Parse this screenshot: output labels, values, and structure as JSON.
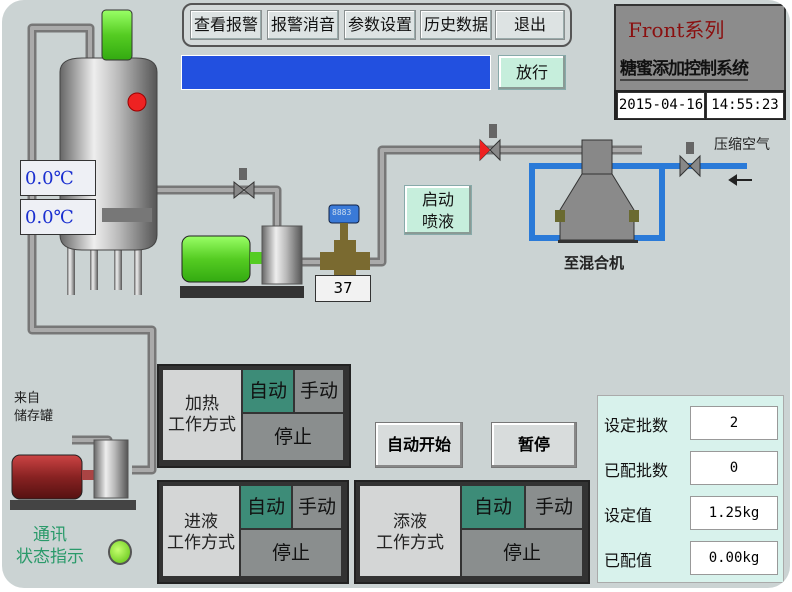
{
  "toolbar": {
    "buttons": [
      "查看报警",
      "报警消音",
      "参数设置",
      "历史数据",
      "退出"
    ]
  },
  "release_button": "放行",
  "title": {
    "series": "Front系列",
    "system": "糖蜜添加控制系统",
    "date": "2015-04-16",
    "time": "14:55:23"
  },
  "tank": {
    "temp1": "0.0℃",
    "temp2": "0.0℃"
  },
  "flowmeter": {
    "display": "8883",
    "value": "37"
  },
  "spray_button": {
    "line1": "启动",
    "line2": "喷液"
  },
  "labels": {
    "compressed_air": "压缩空气",
    "to_mixer": "至混合机",
    "from_storage_1": "来自",
    "from_storage_2": "储存罐",
    "comm_status_1": "通讯",
    "comm_status_2": "状态指示"
  },
  "modes": [
    {
      "name_1": "加热",
      "name_2": "工作方式",
      "auto": "自动",
      "manual": "手动",
      "stop": "停止"
    },
    {
      "name_1": "进液",
      "name_2": "工作方式",
      "auto": "自动",
      "manual": "手动",
      "stop": "停止"
    },
    {
      "name_1": "添液",
      "name_2": "工作方式",
      "auto": "自动",
      "manual": "手动",
      "stop": "停止"
    }
  ],
  "controls": {
    "auto_start": "自动开始",
    "pause": "暂停"
  },
  "params": [
    {
      "label": "设定批数",
      "value": "2"
    },
    {
      "label": "已配批数",
      "value": "0"
    },
    {
      "label": "设定值",
      "value": "1.25kg"
    },
    {
      "label": "已配值",
      "value": "0.00kg"
    }
  ],
  "colors": {
    "background": "#cbd3d3",
    "auto_active": "#3d8c78",
    "status_bar": "#2250e0",
    "comm_led": "#7ee020"
  }
}
